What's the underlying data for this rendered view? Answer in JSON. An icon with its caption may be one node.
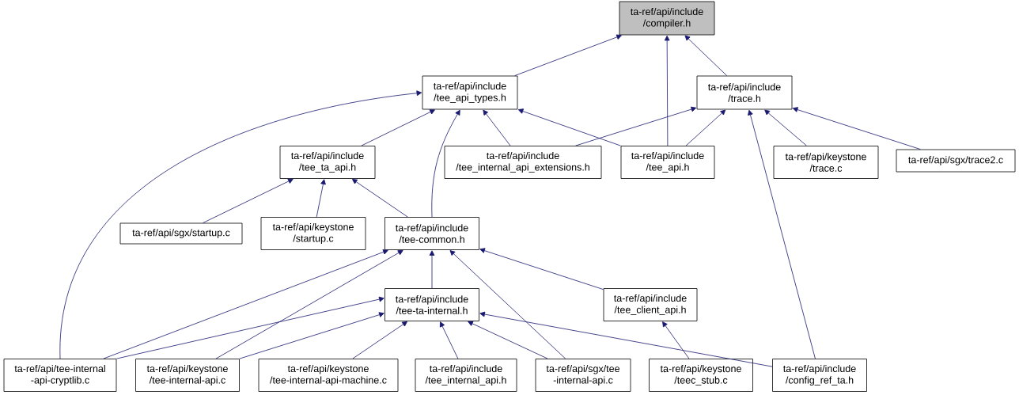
{
  "diagram": {
    "nodes": [
      {
        "text": [
          "ta-ref/api/include /compiler.h"
        ]
      },
      {
        "text": [
          "ta-ref/api/include /tee_api_types.h"
        ]
      },
      {
        "text": [
          "ta-ref/api/include /trace.h"
        ]
      },
      {
        "text": [
          "ta-ref/api/include /tee_ta_api.h"
        ]
      },
      {
        "text": [
          "ta-ref/api/include /tee_internal_api_extensions.h"
        ]
      },
      {
        "text": [
          "ta-ref/api/include /tee_api.h"
        ]
      },
      {
        "text": [
          "ta-ref/api/keystone /trace.c"
        ]
      },
      {
        "text": [
          "ta-ref/api/sgx/trace2.c"
        ]
      },
      {
        "text": [
          "ta-ref/api/sgx/startup.c"
        ]
      },
      {
        "text": [
          "ta-ref/api/keystone /startup.c"
        ]
      },
      {
        "text": [
          "ta-ref/api/include /tee-common.h"
        ]
      },
      {
        "text": [
          "ta-ref/api/include /tee-ta-internal.h"
        ]
      },
      {
        "text": [
          "ta-ref/api/include /tee_client_api.h"
        ]
      },
      {
        "text": [
          "ta-ref/api/tee-internal -api-cryptlib.c"
        ]
      },
      {
        "text": [
          "ta-ref/api/keystone /tee-internal-api.c"
        ]
      },
      {
        "text": [
          "ta-ref/api/keystone /tee-internal-api-machine.c"
        ]
      },
      {
        "text": [
          "ta-ref/api/include /tee_internal_api.h"
        ]
      },
      {
        "text": [
          "ta-ref/api/sgx/tee -internal-api.c"
        ]
      },
      {
        "text": [
          "ta-ref/api/keystone /teec_stub.c"
        ]
      },
      {
        "text": [
          "ta-ref/api/include /config_ref_ta.h"
        ]
      }
    ],
    "edges": [
      {
        "from": 1,
        "to": 0,
        "arrow": "to"
      },
      {
        "from": 5,
        "to": 0,
        "arrow": "to"
      },
      {
        "from": 2,
        "to": 0,
        "arrow": "to"
      },
      {
        "from": 13,
        "to": 1,
        "arrow": "to"
      },
      {
        "from": 3,
        "to": 1,
        "arrow": "to"
      },
      {
        "from": 10,
        "to": 1,
        "arrow": "to"
      },
      {
        "from": 4,
        "to": 1,
        "arrow": "to"
      },
      {
        "from": 5,
        "to": 1,
        "arrow": "to"
      },
      {
        "from": 4,
        "to": 2,
        "arrow": "to"
      },
      {
        "from": 5,
        "to": 2,
        "arrow": "to"
      },
      {
        "from": 19,
        "to": 2,
        "arrow": "to"
      },
      {
        "from": 6,
        "to": 2,
        "arrow": "to"
      },
      {
        "from": 7,
        "to": 2,
        "arrow": "to"
      },
      {
        "from": 8,
        "to": 3,
        "arrow": "to"
      },
      {
        "from": 9,
        "to": 3,
        "arrow": "to"
      },
      {
        "from": 10,
        "to": 3,
        "arrow": "to"
      },
      {
        "from": 13,
        "to": 10,
        "arrow": "to"
      },
      {
        "from": 14,
        "to": 10,
        "arrow": "to"
      },
      {
        "from": 11,
        "to": 10,
        "arrow": "to"
      },
      {
        "from": 17,
        "to": 10,
        "arrow": "to"
      },
      {
        "from": 12,
        "to": 10,
        "arrow": "to"
      },
      {
        "from": 13,
        "to": 11,
        "arrow": "to"
      },
      {
        "from": 14,
        "to": 11,
        "arrow": "to"
      },
      {
        "from": 15,
        "to": 11,
        "arrow": "to"
      },
      {
        "from": 16,
        "to": 11,
        "arrow": "to"
      },
      {
        "from": 17,
        "to": 11,
        "arrow": "to"
      },
      {
        "from": 19,
        "to": 11,
        "arrow": "to"
      },
      {
        "from": 18,
        "to": 12,
        "arrow": "to"
      }
    ]
  }
}
